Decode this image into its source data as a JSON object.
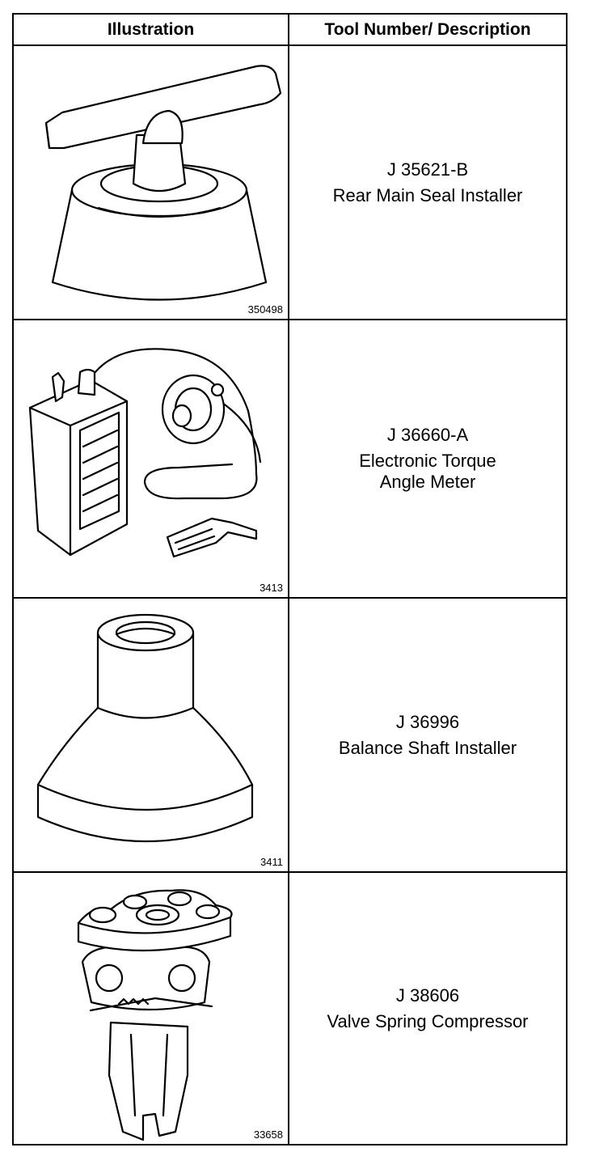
{
  "headers": {
    "illustration": "Illustration",
    "tool": "Tool Number/ Description"
  },
  "rows": [
    {
      "fig": "350498",
      "number": "J 35621-B",
      "desc": [
        "Rear Main Seal Installer"
      ],
      "icon": "seal-installer-drawing"
    },
    {
      "fig": "3413",
      "number": "J 36660-A",
      "desc": [
        "Electronic Torque",
        "Angle Meter"
      ],
      "icon": "torque-angle-meter-drawing"
    },
    {
      "fig": "3411",
      "number": "J 36996",
      "desc": [
        "Balance Shaft Installer"
      ],
      "icon": "balance-shaft-installer-drawing"
    },
    {
      "fig": "33658",
      "number": "J 38606",
      "desc": [
        "Valve Spring Compressor"
      ],
      "icon": "valve-spring-compressor-drawing"
    }
  ]
}
